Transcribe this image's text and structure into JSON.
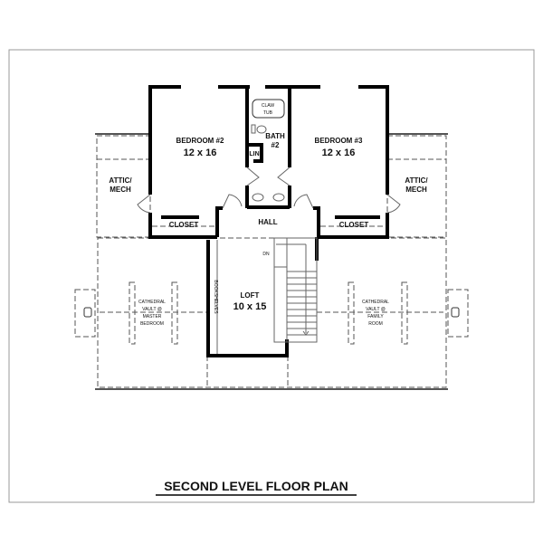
{
  "title": "SECOND LEVEL FLOOR PLAN",
  "rooms": {
    "bedroom2": {
      "name": "BEDROOM #2",
      "size": "12 x 16"
    },
    "bedroom3": {
      "name": "BEDROOM #3",
      "size": "12 x 16"
    },
    "bath2": {
      "name": "BATH",
      "number": "#2"
    },
    "claw_tub": {
      "line1": "CLAW",
      "line2": "TUB"
    },
    "linen": "LIN.",
    "hall": "HALL",
    "closet_left": "CLOSET",
    "closet_right": "CLOSET",
    "attic_left": {
      "line1": "ATTIC/",
      "line2": "MECH"
    },
    "attic_right": {
      "line1": "ATTIC/",
      "line2": "MECH"
    },
    "loft": {
      "name": "LOFT",
      "size": "10 x 15"
    },
    "bookshelves": "BOOKSHELVES",
    "stair_dn": "DN",
    "vault_left": [
      "CATHEDRAL",
      "VAULT @",
      "MASTER",
      "BEDROOM"
    ],
    "vault_right": [
      "CATHEDRAL",
      "VAULT @",
      "FAMILY",
      "ROOM"
    ]
  }
}
